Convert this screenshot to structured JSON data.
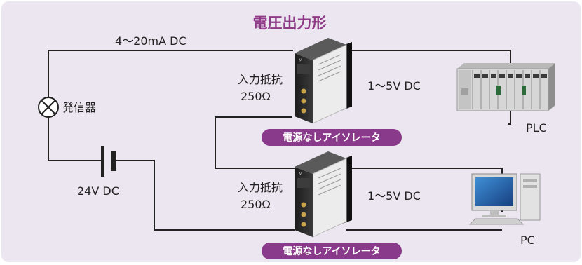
{
  "title": "電圧出力形",
  "labels": {
    "current_loop": "4～20mA DC",
    "transmitter": "発信器",
    "power_supply": "24V DC",
    "resistor_top_line1": "入力抵抗",
    "resistor_top_line2": "250Ω",
    "resistor_bottom_line1": "入力抵抗",
    "resistor_bottom_line2": "250Ω",
    "output_top": "1～5V DC",
    "output_bottom": "1～5V DC",
    "plc": "PLC",
    "pc": "PC"
  },
  "badges": {
    "isolator_top": "電源なしアイソレータ",
    "isolator_bottom": "電源なしアイソレータ"
  },
  "colors": {
    "background": "#ece6f0",
    "title": "#8e3a86",
    "badge": "#8a3a8a",
    "wire": "#222222"
  },
  "icons": [
    "lamp-icon",
    "battery-icon",
    "isolator-device",
    "plc-rack",
    "pc-computer"
  ]
}
